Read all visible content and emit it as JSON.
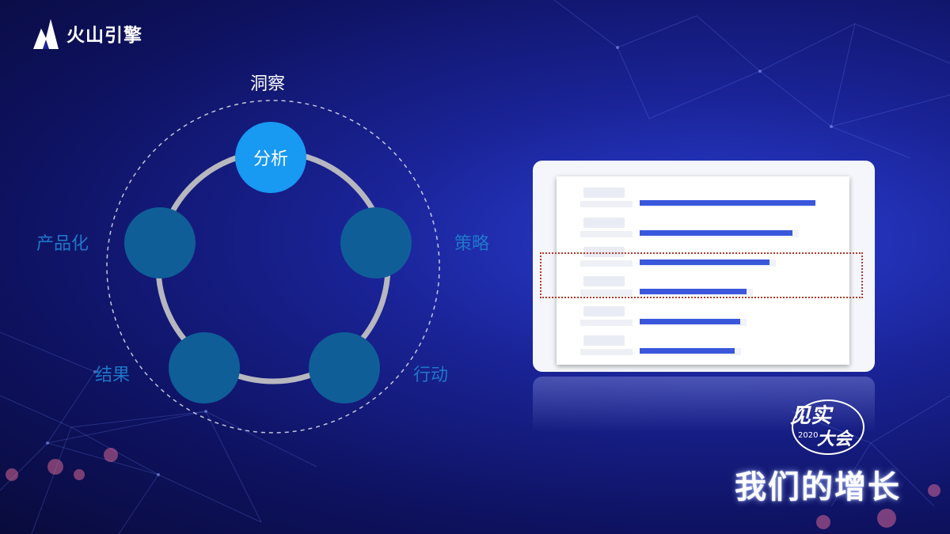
{
  "brand": {
    "name": "火山引擎",
    "icon": "mountain-logo-icon"
  },
  "cycle": {
    "outer_label": "洞察",
    "active_step": "分析",
    "labels": {
      "right": "策略",
      "bottom_right": "行动",
      "bottom_left": "结果",
      "left": "产品化"
    }
  },
  "report_card": {
    "rows": [
      {
        "bar_fraction": 1.0
      },
      {
        "bar_fraction": 0.87
      },
      {
        "bar_fraction": 0.74
      },
      {
        "bar_fraction": 0.61
      },
      {
        "bar_fraction": 0.57
      },
      {
        "bar_fraction": 0.54
      }
    ],
    "highlight_color": "#b23a2a",
    "bar_color": "#3a57dc"
  },
  "event": {
    "name_line1": "见实",
    "name_line2": "大会",
    "year": "2020",
    "title": "我们的增长"
  }
}
